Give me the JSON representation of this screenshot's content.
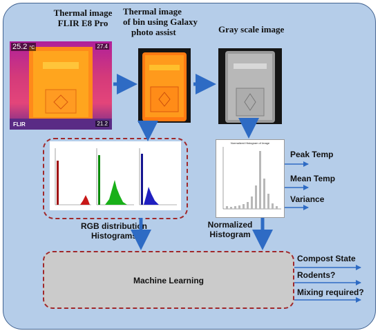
{
  "labels": {
    "flir_title_line1": "Thermal image",
    "flir_title_line2": "FLIR E8 Pro",
    "galaxy_title_line1": "Thermal image",
    "galaxy_title_line2": "of bin using Galaxy",
    "galaxy_title_line3": "photo assist",
    "gray_title": "Gray scale image",
    "rgb_caption_line1": "RGB distribution",
    "rgb_caption_line2": "Histograms",
    "norm_caption_line1": "Normalized",
    "norm_caption_line2": "Histogram",
    "machine_learning": "Machine Learning"
  },
  "flir_readouts": {
    "current_temp": "25.2",
    "unit": "°C",
    "max_temp": "27.4",
    "min_temp": "21.2",
    "logo": "FLIR"
  },
  "histogram": {
    "title": "Normalized Histogram of Image"
  },
  "stats_outputs": [
    "Peak Temp",
    "Mean Temp",
    "Variance"
  ],
  "ml_outputs": [
    "Compost State",
    "Rodents?",
    "Mixing required?"
  ],
  "colors": {
    "panel_bg": "#b5cde9",
    "panel_border": "#40618f",
    "arrow": "#2e6bc4",
    "dashed_border": "#a0282a",
    "ml_box": "#cbcbcb"
  }
}
